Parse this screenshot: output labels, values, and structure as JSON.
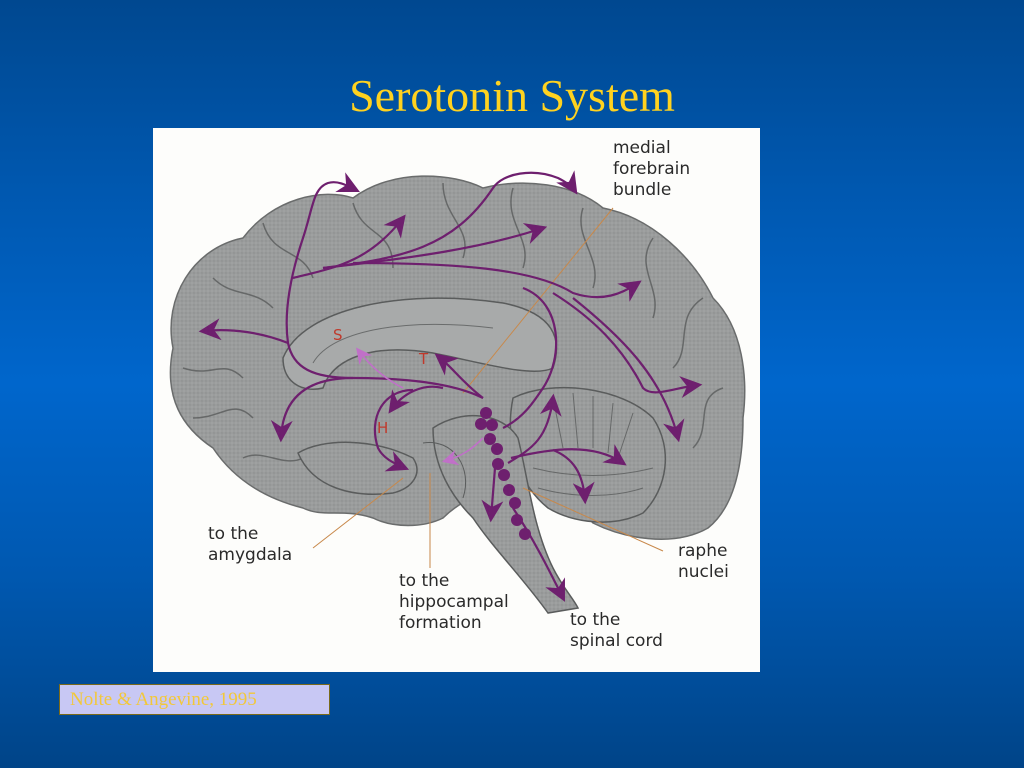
{
  "slide": {
    "title": "Serotonin System",
    "background_colors": [
      "#004890",
      "#0066cc",
      "#004488"
    ],
    "title_color": "#ffd21f"
  },
  "figure": {
    "description": "Midsagittal brain section showing serotonergic projections from the raphe nuclei",
    "pathway_color": "#6e1f6e",
    "secondary_pathway_color": "#c070c8",
    "marker_color": "#c0392b",
    "markers": [
      {
        "id": "S",
        "label": "S"
      },
      {
        "id": "T",
        "label": "T"
      },
      {
        "id": "H",
        "label": "H"
      }
    ],
    "labels": {
      "medial_forebrain_bundle": "medial\nforebrain\nbundle",
      "amygdala": "to the\namygdala",
      "hippocampal_formation": "to the\nhippocampal\nformation",
      "raphe_nuclei": "raphe\nnuclei",
      "spinal_cord": "to the\nspinal cord"
    }
  },
  "citation": {
    "text": "Nolte & Angevine, 1995",
    "background": "#c8c8f4",
    "text_color": "#f2c83a"
  }
}
